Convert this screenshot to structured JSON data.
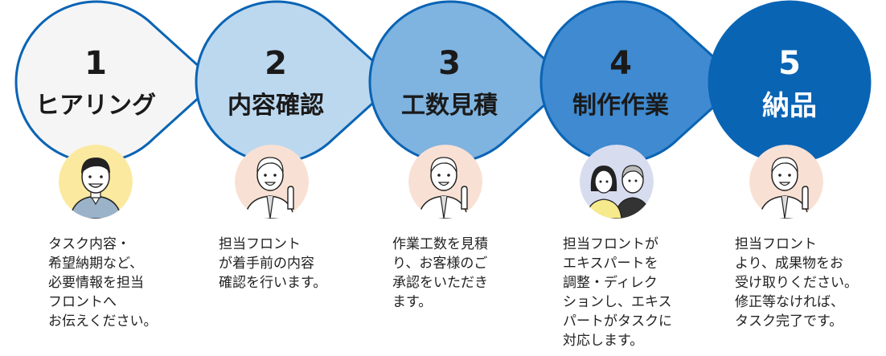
{
  "colors": {
    "outline": "#0a64b4",
    "dark_text": "#1a1a1a",
    "light_text": "#ffffff"
  },
  "steps": [
    {
      "number": "1",
      "title": "ヒアリング",
      "fill": "#f5f5f5",
      "description": "タスク内容・\n希望納期など、\n必要情報を担当\nフロントへ\nお伝えください。",
      "avatar": "smiling-person-avatar",
      "avatar_bg": "#fbe9a0"
    },
    {
      "number": "2",
      "title": "内容確認",
      "fill": "#bcd8ef",
      "description": "担当フロント\nが着手前の内容\n確認を行います。",
      "avatar": "pointing-man-avatar",
      "avatar_bg": "#f8e1d4"
    },
    {
      "number": "3",
      "title": "工数見積",
      "fill": "#7fb3e0",
      "description": "作業工数を見積\nり、お客様のご\n承認をいただき\nます。",
      "avatar": "pointing-man-avatar",
      "avatar_bg": "#f8e1d4"
    },
    {
      "number": "4",
      "title": "制作作業",
      "fill": "#3f8ad0",
      "description": "担当フロントが\nエキスパートを\n調整・ディレク\nションし、エキス\nパートがタスクに\n対応します。",
      "avatar": "two-experts-avatar",
      "avatar_bg": "#d7dcef"
    },
    {
      "number": "5",
      "title": "納品",
      "fill": "#0a64b4",
      "description": "担当フロント\nより、成果物をお\n受け取りください。\n修正等なければ、\nタスク完了です。",
      "avatar": "pointing-man-avatar",
      "avatar_bg": "#f8e1d4"
    }
  ]
}
